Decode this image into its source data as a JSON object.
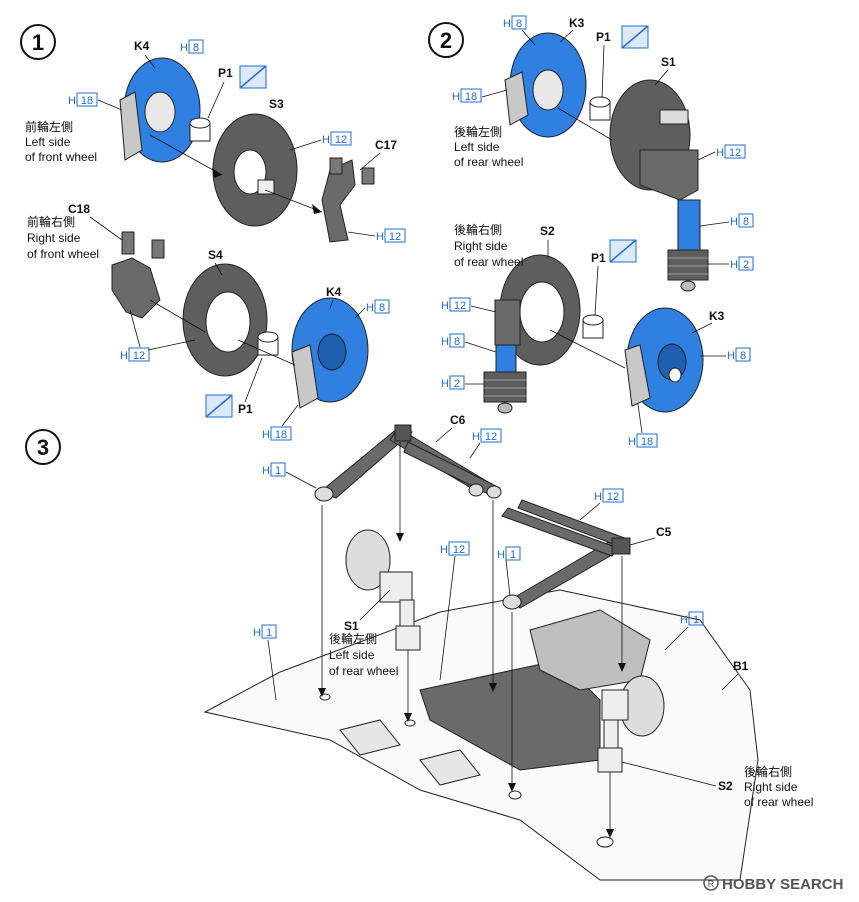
{
  "steps": [
    {
      "number": "1"
    },
    {
      "number": "2"
    },
    {
      "number": "3"
    }
  ],
  "parts": {
    "k4_top": "K4",
    "h8_k4_top": "8",
    "h18_k4_top": "18",
    "p1_s1": "P1",
    "s3": "S3",
    "h12_s3": "12",
    "c17": "C17",
    "h12_c17": "12",
    "c18": "C18",
    "s4": "S4",
    "h12_c18": "12",
    "k4_bottom": "K4",
    "h8_k4_bottom": "8",
    "p1_s1b": "P1",
    "h18_k4_bottom": "18",
    "k3_top": "K3",
    "h8_k3_top": "8",
    "h18_k3_top": "18",
    "p1_s2": "P1",
    "s1": "S1",
    "h12_s1": "12",
    "h8_s1": "8",
    "h2_s1": "2",
    "s2": "S2",
    "p1_s2b": "P1",
    "h12_s2": "12",
    "h8_s2": "8",
    "h2_s2": "2",
    "k3_bottom": "K3",
    "h8_k3_bottom": "8",
    "h18_k3_bottom": "18",
    "c6": "C6",
    "h12_c6": "12",
    "h1_c6": "1",
    "h12_c5": "12",
    "c5": "C5",
    "h12_mid": "12",
    "h1_mid": "1",
    "s1_step3": "S1",
    "h1_left": "1",
    "h1_right": "1",
    "b1": "B1",
    "s2_step3": "S2"
  },
  "hcode_prefix": "H",
  "captions": {
    "front_left_jp": "前輪左側",
    "front_left_en1": "Left side",
    "front_left_en2": "of front wheel",
    "front_right_jp": "前輪右側",
    "front_right_en1": "Right side",
    "front_right_en2": "of front wheel",
    "rear_left_jp": "後輪左側",
    "rear_left_en1": "Left side",
    "rear_left_en2": "of rear wheel",
    "rear_right_jp": "後輪右側",
    "rear_right_en1": "Right side",
    "rear_right_en2": "of rear wheel",
    "s3_rear_left_jp": "後輪左側",
    "s3_rear_left_en1": "Left side",
    "s3_rear_left_en2": "of rear wheel",
    "s3_rear_right_jp": "後輪右側",
    "s3_rear_right_en1": "Right side",
    "s3_rear_right_en2": "of rear wheel"
  },
  "icons": [
    "no-glue-icon",
    "step-circle-icon",
    "hobby-search-logo"
  ],
  "colors": {
    "rotor_blue": "#2f80e0",
    "part_gray": "#5e5e5e",
    "light_gray": "#b8b8b8",
    "hcode_blue": "#1e6fd1"
  },
  "watermark": "HOBBY SEARCH"
}
